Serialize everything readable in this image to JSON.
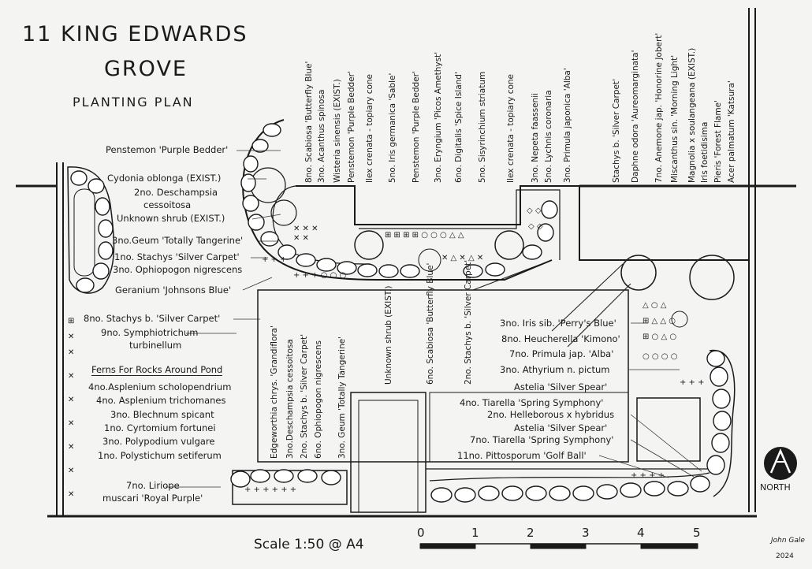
{
  "title": {
    "line1": "11 KING EDWARDS",
    "line2": "GROVE",
    "subtitle": "PLANTING PLAN"
  },
  "top_labels": [
    "8no. Scabiosa 'Butterfly Blue'",
    "3no. Acanthus spinosa",
    "Wisteria sinensis (EXIST.)",
    "Penstemon 'Purple Bedder'",
    "Ilex crenata - topiary cone",
    "5no. Iris germanica 'Sable'",
    "Penstemon 'Purple Bedder'",
    "3no. Eryngium 'Picos Amethyst'",
    "6no. Digitalis 'Spice Island'",
    "5no. Sisyrinchium striatum",
    "Ilex crenata - topiary cone",
    "3no. Nepeta faassenii",
    "5no. Lychnis coronaria",
    "3no. Primula japonica 'Alba'",
    "Stachys b. 'Silver Carpet'",
    "Daphne odora 'Aureomarginata'",
    "7no. Anemone jap. 'Honorine Jobert'",
    "Miscanthus sin. 'Morning Light'",
    "Magnolia x soulangeana (EXIST.)",
    "Iris foetidisima",
    "Pieris 'Forest Flame'",
    "Acer palmatum 'Katsura'"
  ],
  "left_labels": [
    "Penstemon 'Purple Bedder'",
    "Cydonia oblonga (EXIST.)",
    "2no. Deschampsia",
    "cessoitosa",
    "Unknown shrub (EXIST.)",
    "3no.Geum 'Totally Tangerine'",
    "1no. Stachys 'Silver Carpet'",
    "3no. Ophiopogon nigrescens",
    "Geranium 'Johnsons Blue'",
    "8no. Stachys b. 'Silver Carpet'",
    "9no. Symphiotrichum",
    "turbinellum"
  ],
  "ferns": {
    "heading": "Ferns For Rocks Around Pond",
    "items": [
      "4no.Asplenium scholopendrium",
      "4no. Asplenium trichomanes",
      "3no. Blechnum spicant",
      "1no. Cyrtomium fortunei",
      "3no. Polypodium vulgare",
      "1no. Polystichum setiferum"
    ]
  },
  "liriope": [
    "7no. Liriope",
    "muscari 'Royal Purple'"
  ],
  "mid_vertical_labels": [
    "Edgeworthia chrys. 'Grandiflora'",
    "3no.Deschampsia cessoitosa",
    "2no. Stachys b. 'Silver Carpet'",
    "6no. Ophiopogon nigrescens",
    "3no. Geum 'Totally Tangerine'",
    "Unknown shrub (EXIST.)",
    "6no. Scabiosa 'Butterfly Blue'",
    "2no. Stachys b. 'Silver Carpet'"
  ],
  "right_labels": [
    "3no. Iris sib. 'Perry's Blue'",
    "8no. Heucherella 'Kimono'",
    "7no. Primula jap. 'Alba'",
    "3no. Athyrium n. pictum",
    "Astelia 'Silver Spear'",
    "4no. Tiarella 'Spring Symphony'",
    "2no. Helleborous x hybridus",
    "Astelia 'Silver Spear'",
    "7no. Tiarella 'Spring Symphony'",
    "11no. Pittosporum 'Golf Ball'"
  ],
  "scale": {
    "label": "Scale 1:50 @ A4",
    "ticks": [
      "0",
      "1",
      "2",
      "3",
      "4",
      "5"
    ]
  },
  "north": {
    "label": "NORTH"
  },
  "signature": {
    "name": "John Gale",
    "year": "2024"
  }
}
